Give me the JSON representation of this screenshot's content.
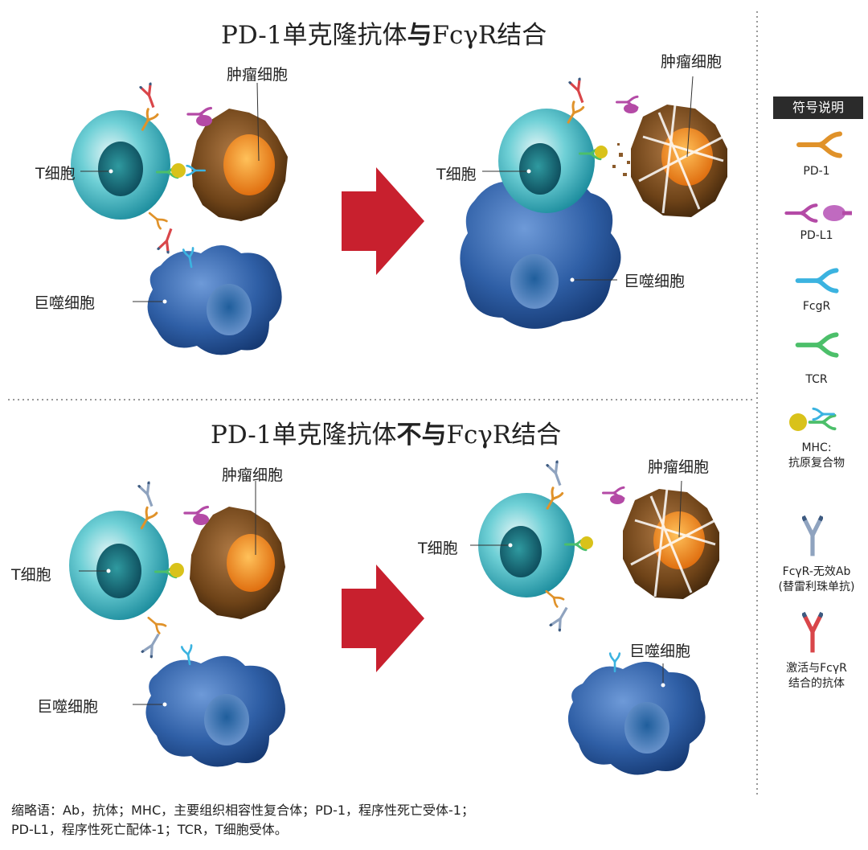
{
  "panels": [
    {
      "title_pre": "PD-1单克隆抗体",
      "title_bold": "与",
      "title_post": "FcγR结合",
      "before": {
        "tumor": "肿瘤细胞",
        "tcell": "T细胞",
        "macrophage": "巨噬细胞"
      },
      "after": {
        "tumor": "肿瘤细胞",
        "tcell": "T细胞",
        "macrophage": "巨噬细胞"
      }
    },
    {
      "title_pre": "PD-1单克隆抗体",
      "title_bold": "不与",
      "title_post": "FcγR结合",
      "before": {
        "tumor": "肿瘤细胞",
        "tcell": "T细胞",
        "macrophage": "巨噬细胞"
      },
      "after": {
        "tumor": "肿瘤细胞",
        "tcell": "T细胞",
        "macrophage": "巨噬细胞"
      }
    }
  ],
  "legend": {
    "title": "符号说明",
    "items": [
      {
        "label": "PD-1",
        "icon": "pd1-receptor-icon",
        "color": "#e0922a"
      },
      {
        "label": "PD-L1",
        "icon": "pdl1-ligand-icon",
        "color": "#b44aa6"
      },
      {
        "label": "FcgR",
        "icon": "fcgr-receptor-icon",
        "color": "#3bb3e0"
      },
      {
        "label": "TCR",
        "icon": "tcr-receptor-icon",
        "color": "#4cbf6a"
      },
      {
        "label_line1": "MHC:",
        "label_line2": "抗原复合物",
        "icon": "mhc-complex-icon",
        "color": "#d9c21a"
      },
      {
        "label_line1": "FcγR-无效Ab",
        "label_line2": "(替雷利珠单抗)",
        "icon": "fc-null-antibody-icon",
        "color": "#8fa3bf"
      },
      {
        "label_line1": "激活与FcγR",
        "label_line2": "结合的抗体",
        "icon": "fc-active-antibody-icon",
        "color": "#d9464a"
      }
    ]
  },
  "footnote": {
    "line1": "缩略语：Ab，抗体；MHC，主要组织相容性复合体；PD-1，程序性死亡受体-1；",
    "line2": "PD-L1，程序性死亡配体-1；TCR，T细胞受体。"
  },
  "colors": {
    "arrow": "#c8202e",
    "tcell": "#2aa9b8",
    "macrophage": "#2e5fa8",
    "tumor": "#7a4a1e",
    "nucleus_tumor": "#f08a1c"
  }
}
